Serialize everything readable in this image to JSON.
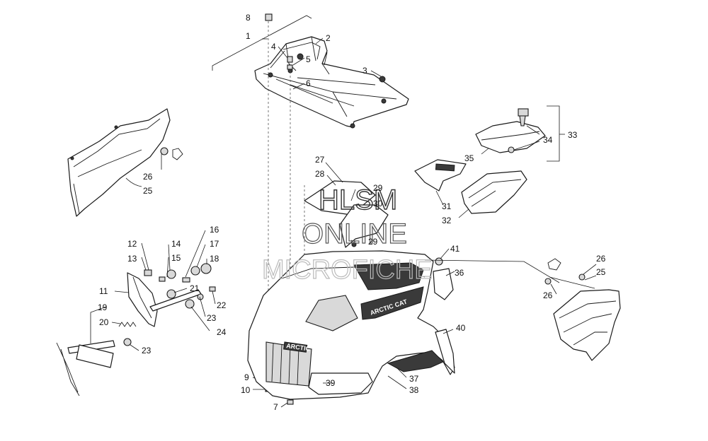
{
  "callouts": {
    "c1": "1",
    "c2": "2",
    "c3": "3",
    "c4": "4",
    "c5": "5",
    "c6": "6",
    "c7": "7",
    "c8": "8",
    "c9": "9",
    "c10": "10",
    "c11": "11",
    "c12": "12",
    "c13": "13",
    "c14": "14",
    "c15": "15",
    "c16": "16",
    "c17": "17",
    "c18": "18",
    "c19": "19",
    "c20": "20",
    "c21": "21",
    "c22": "22",
    "c23a": "23",
    "c23b": "23",
    "c24": "24",
    "c25a": "25",
    "c25b": "25",
    "c26a": "26",
    "c26b": "26",
    "c26c": "26",
    "c27": "27",
    "c28": "28",
    "c29a": "29",
    "c29b": "29",
    "c30": "30",
    "c31": "31",
    "c32": "32",
    "c33": "33",
    "c34": "34",
    "c35": "35",
    "c36": "36",
    "c37": "37",
    "c38": "38",
    "c39": "39",
    "c40": "40",
    "c41": "41"
  },
  "watermark": {
    "line1": "HLSM",
    "line2": "ONLINE",
    "line3": "MICROFICHE"
  },
  "decals": {
    "hood": "ARCTIC CAT",
    "grille": "ARCTIC CAT"
  }
}
